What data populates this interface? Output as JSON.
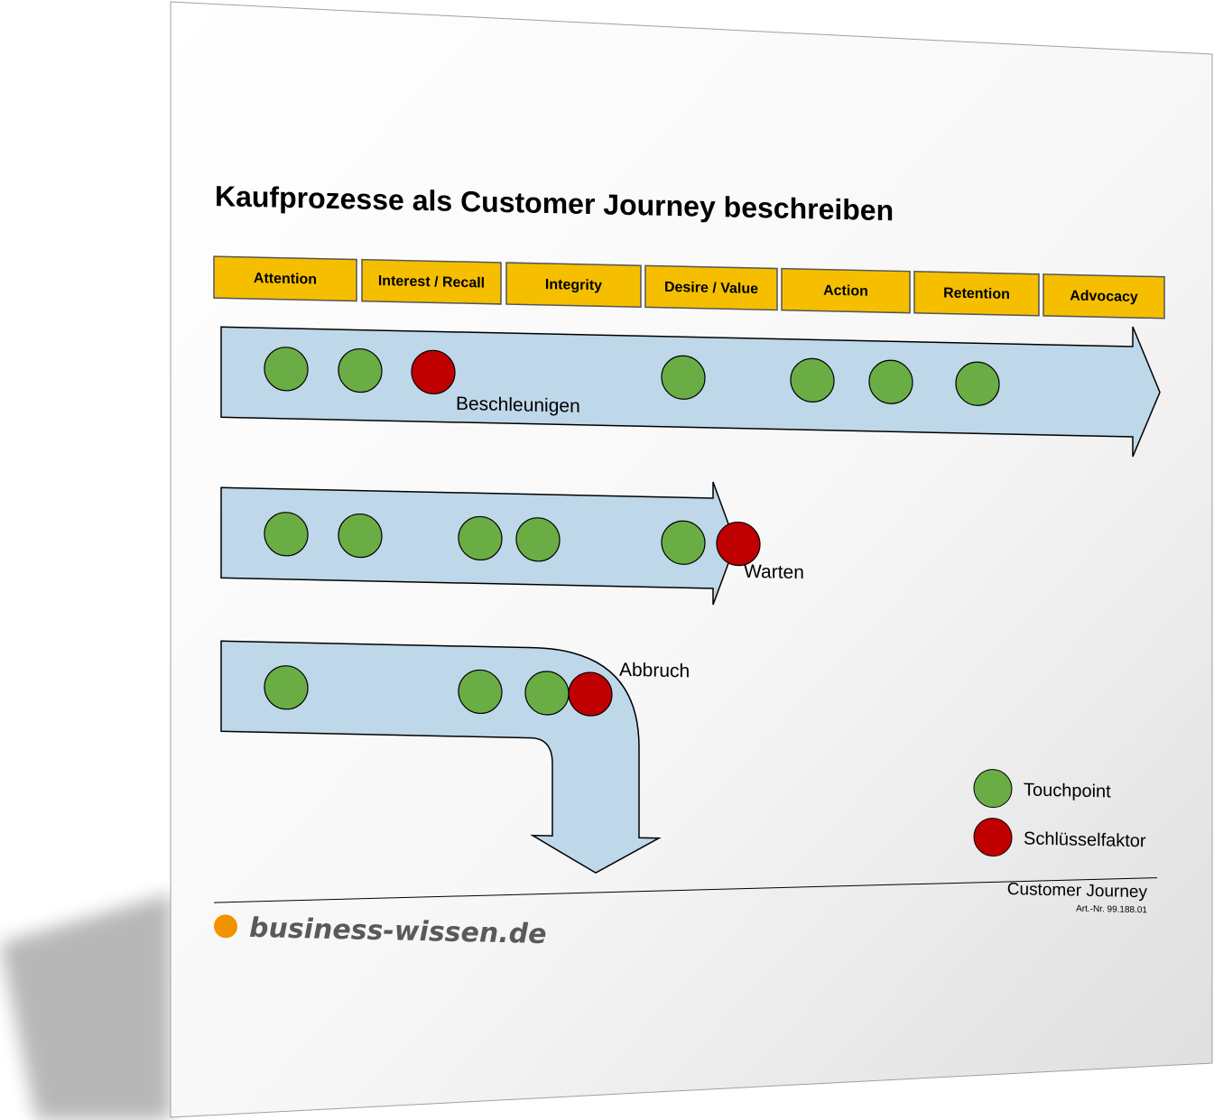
{
  "document": {
    "title": "Kaufprozesse als Customer Journey beschreiben",
    "footer_title": "Customer Journey",
    "article_number": "Art.-Nr. 99.188.01",
    "brand": "business-wissen.de"
  },
  "stages": [
    {
      "label": "Attention"
    },
    {
      "label": "Interest / Recall"
    },
    {
      "label": "Integrity"
    },
    {
      "label": "Desire / Value"
    },
    {
      "label": "Action"
    },
    {
      "label": "Retention"
    },
    {
      "label": "Advocacy"
    }
  ],
  "journeys": [
    {
      "annotation": "Beschleunigen"
    },
    {
      "annotation": "Warten"
    },
    {
      "annotation": "Abbruch"
    }
  ],
  "legend": {
    "touchpoint": "Touchpoint",
    "key_factor": "Schlüsselfaktor"
  },
  "colors": {
    "stage_fill": "#f5bf00",
    "arrow_fill": "#bed7e9",
    "touchpoint": "#6aad45",
    "key_factor": "#c00000",
    "brand_dot": "#f39200"
  }
}
